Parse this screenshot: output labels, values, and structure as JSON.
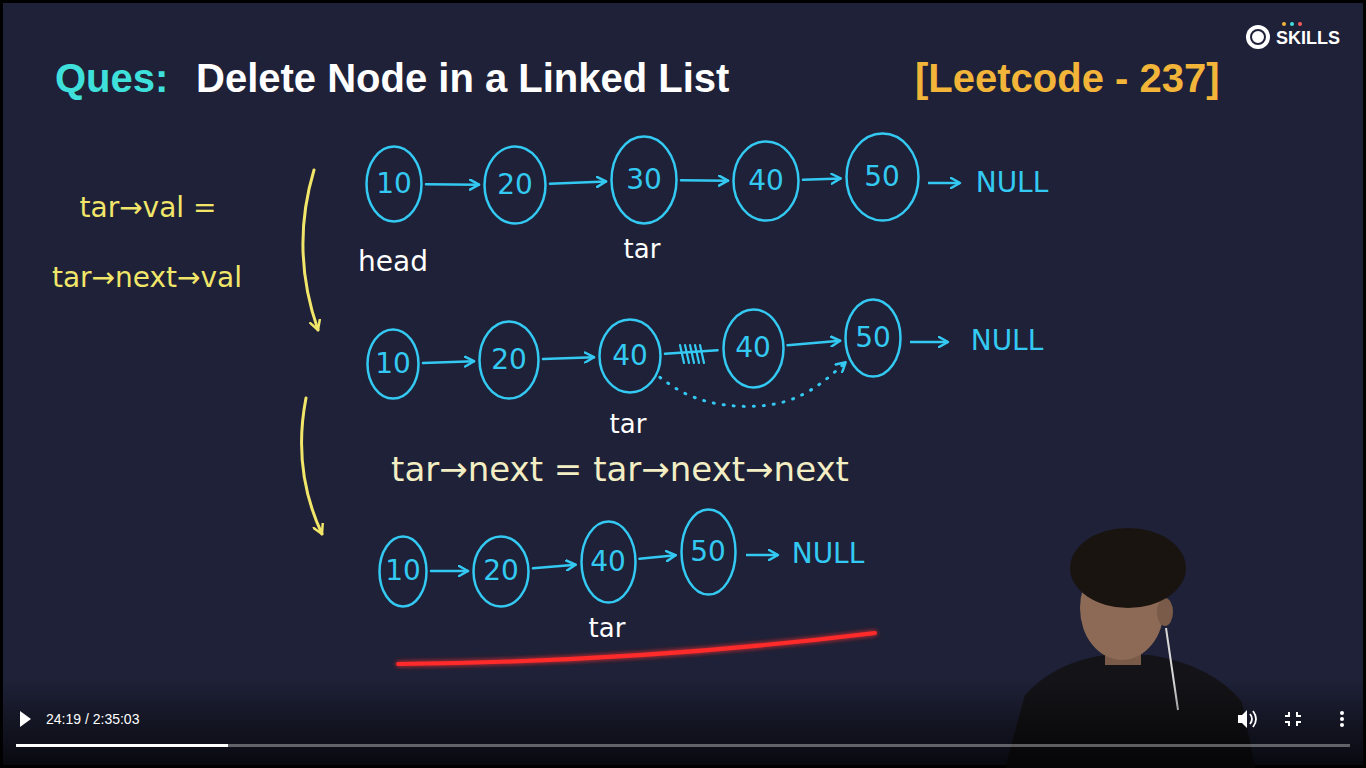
{
  "diagram": {
    "title": "Delete Node in a Linked List",
    "nodes": [
      {
        "text": [
          "10"
        ]
      },
      {
        "text": [
          "20"
        ]
      },
      {
        "text": [
          "30"
        ]
      },
      {
        "text": [
          "40"
        ]
      },
      {
        "text": [
          "50"
        ]
      },
      {
        "text": [
          "10"
        ]
      },
      {
        "text": [
          "20"
        ]
      },
      {
        "text": [
          "40"
        ]
      },
      {
        "text": [
          "40"
        ]
      },
      {
        "text": [
          "50"
        ]
      },
      {
        "text": [
          "10"
        ]
      },
      {
        "text": [
          "20"
        ]
      },
      {
        "text": [
          "40"
        ]
      },
      {
        "text": [
          "50"
        ]
      }
    ],
    "edges": [
      {
        "from": 0,
        "to": 1,
        "arrow": "to"
      },
      {
        "from": 1,
        "to": 2,
        "arrow": "to"
      },
      {
        "from": 2,
        "to": 3,
        "arrow": "to"
      },
      {
        "from": 3,
        "to": 4,
        "arrow": "to"
      },
      {
        "from": 5,
        "to": 6,
        "arrow": "to"
      },
      {
        "from": 6,
        "to": 7,
        "arrow": "to"
      },
      {
        "from": 7,
        "to": 8,
        "arrow": "none"
      },
      {
        "from": 8,
        "to": 9,
        "arrow": "to"
      },
      {
        "from": 7,
        "to": 9,
        "arrow": "to"
      },
      {
        "from": 10,
        "to": 11,
        "arrow": "to"
      },
      {
        "from": 11,
        "to": 12,
        "arrow": "to"
      },
      {
        "from": 12,
        "to": 13,
        "arrow": "to"
      }
    ],
    "labels": [
      "Ques:",
      "[Leetcode - 237]",
      "SKILLS",
      "tar→val =",
      "tar→next→val",
      "head",
      "tar",
      "NULL",
      "NULL",
      "tar",
      "tar→next = tar→next→next",
      "NULL",
      "tar",
      "24:19 / 2:35:03"
    ]
  }
}
